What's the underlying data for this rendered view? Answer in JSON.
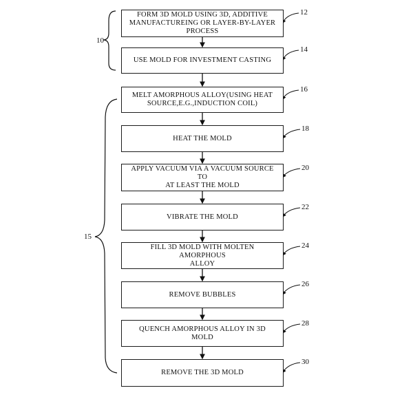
{
  "steps": [
    {
      "text": "FORM 3D MOLD USING 3D, ADDITIVE\nMANUFACTUREING OR LAYER-BY-LAYER\nPROCESS",
      "ref": "12"
    },
    {
      "text": "USE MOLD FOR INVESTMENT CASTING",
      "ref": "14"
    },
    {
      "text": "MELT AMORPHOUS ALLOY(USING HEAT\nSOURCE,E.G.,INDUCTION COIL)",
      "ref": "16"
    },
    {
      "text": "HEAT THE MOLD",
      "ref": "18"
    },
    {
      "text": "APPLY VACUUM VIA  A  VACUUM SOURCE TO\nAT LEAST THE MOLD",
      "ref": "20"
    },
    {
      "text": "VIBRATE THE MOLD",
      "ref": "22"
    },
    {
      "text": "FILL 3D MOLD WITH MOLTEN AMORPHOUS\nALLOY",
      "ref": "24"
    },
    {
      "text": "REMOVE BUBBLES",
      "ref": "26"
    },
    {
      "text": "QUENCH AMORPHOUS ALLOY IN 3D MOLD",
      "ref": "28"
    },
    {
      "text": "REMOVE THE 3D MOLD",
      "ref": "30"
    }
  ],
  "groups": {
    "top": {
      "label": "10"
    },
    "bottom": {
      "label": "15"
    }
  }
}
